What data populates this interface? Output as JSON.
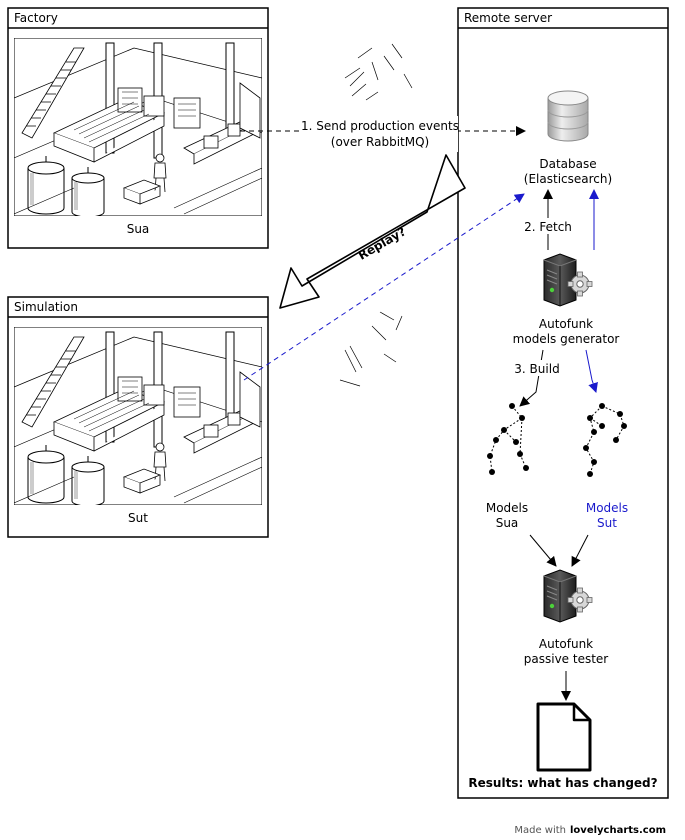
{
  "boxes": {
    "factory": {
      "title": "Factory",
      "caption": "Sua"
    },
    "simulation": {
      "title": "Simulation",
      "caption": "Sut"
    },
    "remote": {
      "title": "Remote server"
    }
  },
  "nodes": {
    "database": {
      "line1": "Database",
      "line2": "(Elasticsearch)"
    },
    "generator": {
      "line1": "Autofunk",
      "line2": "models generator"
    },
    "models_sua": {
      "line1": "Models",
      "line2": "Sua"
    },
    "models_sut": {
      "line1": "Models",
      "line2": "Sut"
    },
    "tester": {
      "line1": "Autofunk",
      "line2": "passive tester"
    },
    "results": {
      "label": "Results: what has changed?"
    }
  },
  "edges": {
    "send": {
      "line1": "1. Send production events",
      "line2": "(over RabbitMQ)"
    },
    "fetch": {
      "label": "2. Fetch"
    },
    "build": {
      "label": "3. Build"
    },
    "replay": {
      "label": "Replay?"
    }
  },
  "footer": {
    "prefix": "Made with",
    "brand": "lovelycharts.com"
  },
  "colors": {
    "blue": "#1a1acc",
    "black": "#000000"
  }
}
